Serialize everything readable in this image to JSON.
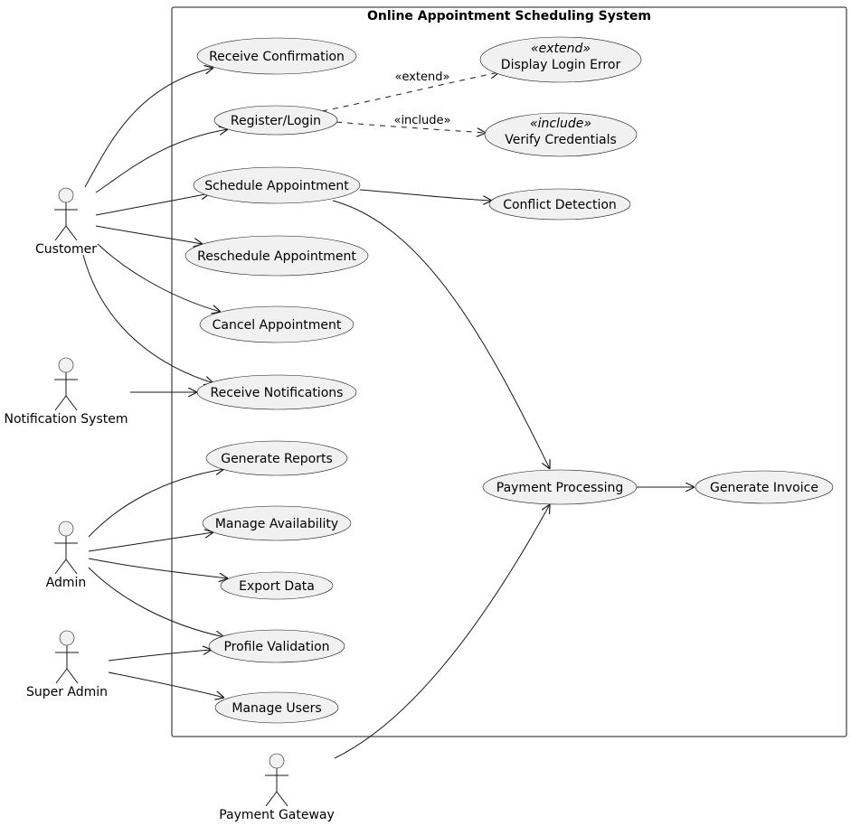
{
  "system": {
    "title": "Online Appointment Scheduling System"
  },
  "actors": {
    "customer": "Customer",
    "notification_system": "Notification System",
    "admin": "Admin",
    "super_admin": "Super Admin",
    "payment_gateway": "Payment Gateway"
  },
  "use_cases": {
    "receive_confirmation": "Receive Confirmation",
    "register_login": "Register/Login",
    "display_login_error": "Display Login Error",
    "verify_credentials": "Verify Credentials",
    "schedule_appointment": "Schedule Appointment",
    "conflict_detection": "Conflict Detection",
    "reschedule_appointment": "Reschedule Appointment",
    "cancel_appointment": "Cancel Appointment",
    "receive_notifications": "Receive Notifications",
    "generate_reports": "Generate Reports",
    "manage_availability": "Manage Availability",
    "export_data": "Export Data",
    "profile_validation": "Profile Validation",
    "manage_users": "Manage Users",
    "payment_processing": "Payment Processing",
    "generate_invoice": "Generate Invoice"
  },
  "stereotypes": {
    "extend": "«extend»",
    "include": "«include»"
  },
  "relationships": {
    "extend_label": "«extend»",
    "include_label": "«include»"
  }
}
